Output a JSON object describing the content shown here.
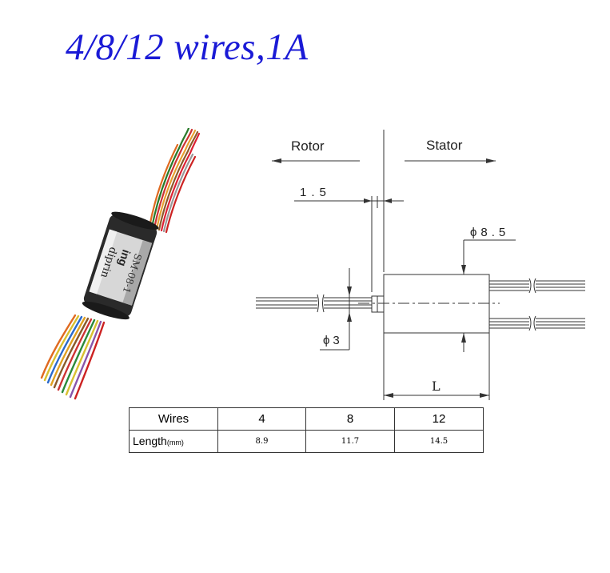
{
  "title": "4/8/12 wires,1A",
  "drawing": {
    "rotor_label": "Rotor",
    "stator_label": "Stator",
    "dim_gap": "1.5",
    "dim_body_diameter": "ϕ8.5",
    "dim_shaft_diameter": "ϕ3",
    "dim_length": "L"
  },
  "table": {
    "row1_label": "Wires",
    "row2_label": "Length",
    "row2_unit": "(mm)",
    "wires": [
      "4",
      "8",
      "12"
    ],
    "lengths": [
      "8.9",
      "11.7",
      "14.5"
    ]
  },
  "photo": {
    "body_text_1": "diprin",
    "body_text_2": "ing",
    "body_text_3": "SM-08-1"
  },
  "colors": {
    "title": "#1a1ad6"
  }
}
